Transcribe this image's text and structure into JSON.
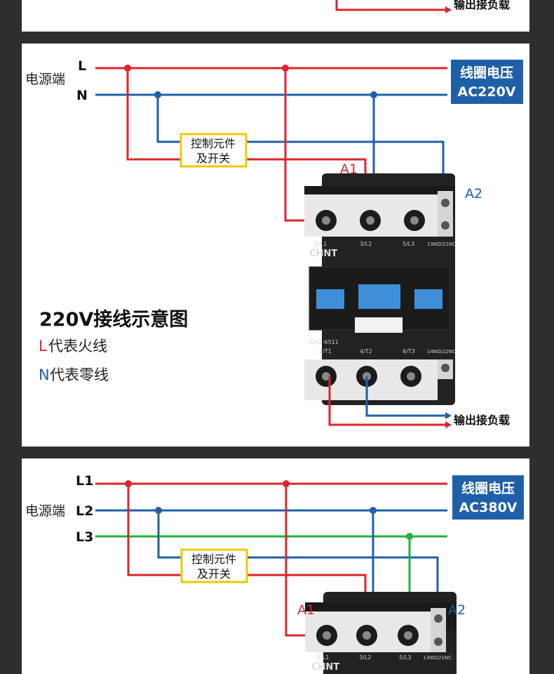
{
  "top_panel": {
    "output_label": "输出接负载"
  },
  "diagram_220": {
    "power_label": "电源端",
    "line_L": "L",
    "line_N": "N",
    "voltage_title": "线圈电压",
    "voltage_value": "AC220V",
    "control_line1": "控制元件",
    "control_line2": "及开关",
    "coil_a1": "A1",
    "coil_a2": "A2",
    "brand": "CHNT",
    "model": "CJX2-6511",
    "top_terminals": [
      "1/L1",
      "3/L2",
      "5/L3",
      "13NO/21NC"
    ],
    "bottom_terminals": [
      "2/T1",
      "4/T2",
      "6/T3",
      "14NO/22NC"
    ],
    "output_label": "输出接负载",
    "heading": "220V接线示意图",
    "legend_l_letter": "L",
    "legend_l_text": "代表火线",
    "legend_n_letter": "N",
    "legend_n_text": "代表零线"
  },
  "diagram_380": {
    "power_label": "电源端",
    "line_L1": "L1",
    "line_L2": "L2",
    "line_L3": "L3",
    "voltage_title": "线圈电压",
    "voltage_value": "AC380V",
    "control_line1": "控制元件",
    "control_line2": "及开关",
    "coil_a1": "A1",
    "coil_a2": "A2",
    "brand": "CHNT",
    "top_terminals": [
      "1/L1",
      "3/L2",
      "5/L3",
      "13NO/21NC"
    ]
  },
  "colors": {
    "live_red": "#d9262c",
    "neutral_blue": "#1f5fa8",
    "phase_green": "#1fb23a",
    "badge_blue": "#1f5fa8",
    "highlight_yellow": "#f0c800"
  }
}
